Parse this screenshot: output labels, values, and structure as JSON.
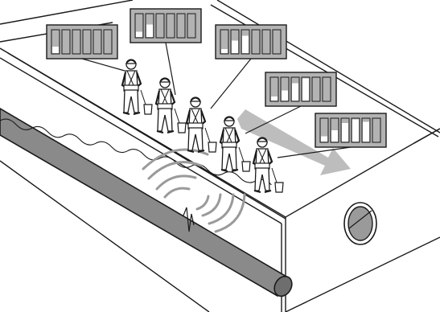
{
  "diagram": {
    "colors": {
      "line": "#1a1a1a",
      "pipe_fill": "#8a8a8a",
      "panel_fill": "#b3b3b3",
      "arrow_fill": "#bdbdbd",
      "wave": "#9a9a9a",
      "background": "#ffffff"
    },
    "workers": [
      {
        "id": "worker-1",
        "panel": {
          "levels": [
            0.3,
            0,
            0,
            0,
            0,
            0
          ]
        }
      },
      {
        "id": "worker-2",
        "panel": {
          "levels": [
            0.25,
            0.55,
            0,
            0,
            0,
            0
          ]
        }
      },
      {
        "id": "worker-3",
        "panel": {
          "levels": [
            0.2,
            0.55,
            0.75,
            0,
            0,
            0
          ]
        }
      },
      {
        "id": "worker-4",
        "panel": {
          "levels": [
            0.2,
            0.45,
            0.75,
            0.95,
            0,
            0
          ]
        }
      },
      {
        "id": "worker-5",
        "panel": {
          "levels": [
            0.25,
            0.5,
            0.8,
            0.95,
            0.85,
            0
          ]
        }
      }
    ],
    "direction_arrow": {
      "icon": "direction-arrow-icon"
    },
    "leak_waves": {
      "icon": "sound-wave-icon"
    },
    "manhole": {
      "icon": "manhole-icon"
    }
  }
}
